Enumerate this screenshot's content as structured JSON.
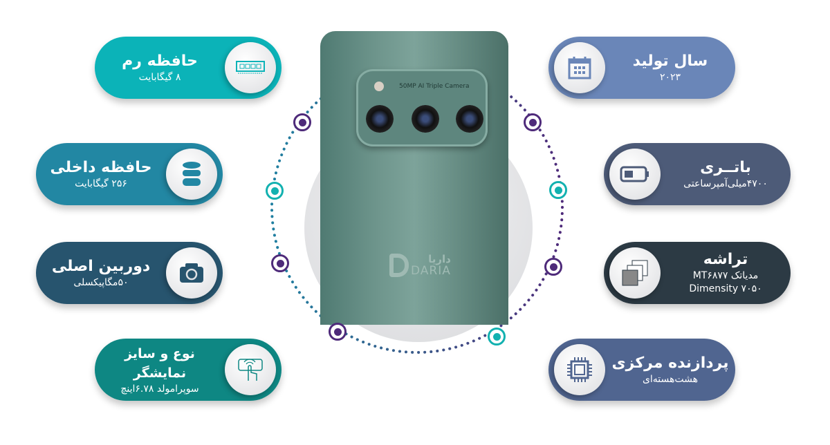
{
  "phone": {
    "camera_label": "50MP AI Triple Camera",
    "brand": "DARIA",
    "brand_fa": "داریا"
  },
  "specs": {
    "ram": {
      "title": "حافظه رم",
      "value": "۸ گیگابایت",
      "color": "#0bb3b8"
    },
    "storage": {
      "title": "حافظه داخلی",
      "value": "۲۵۶ گیگابایت",
      "color": "#2287a3"
    },
    "camera": {
      "title": "دوربین اصلی",
      "value": "۵۰مگاپیکسلی",
      "color": "#27546e"
    },
    "display": {
      "title": "نوع و سایز نمایشگر",
      "value": "سوپرامولد ۶.۷۸اینچ",
      "color": "#0e8783"
    },
    "year": {
      "title": "سال تولید",
      "value": "۲۰۲۳",
      "color": "#6a86b8"
    },
    "battery": {
      "title": "باتــری",
      "value": "۴۷۰۰میلی‌آمپرساعتی",
      "color": "#4d5b78"
    },
    "chipset": {
      "title": "تراشه",
      "value": "مدیاتک MT۶۸۷۷",
      "value2": "Dimensity ۷۰۵۰",
      "color": "#2c3a44"
    },
    "cpu": {
      "title": "پردازنده مرکزی",
      "value": "هشت‌هسته‌ای",
      "color": "#506590"
    }
  }
}
